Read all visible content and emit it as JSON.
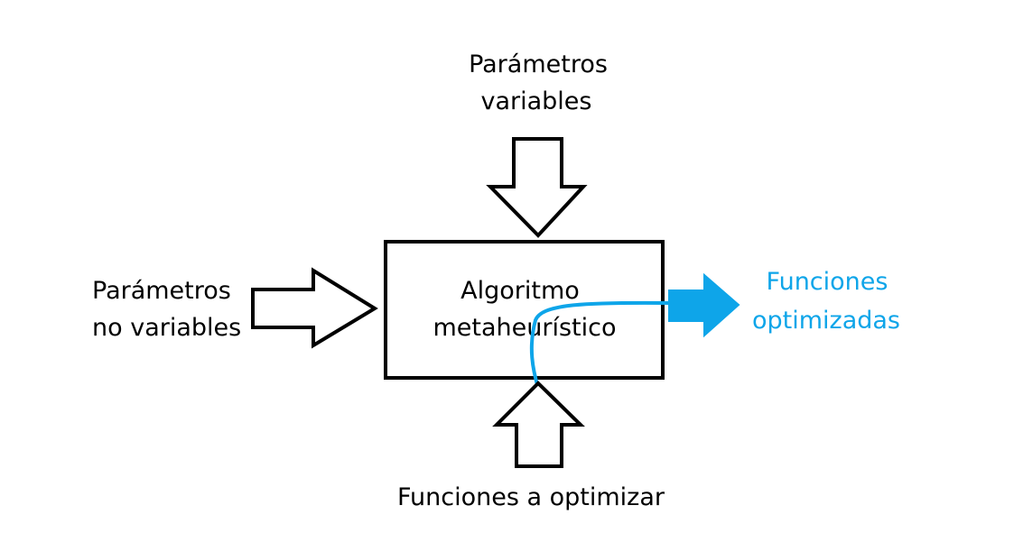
{
  "colors": {
    "stroke": "#000000",
    "accent": "#0ea5e9",
    "background": "#ffffff"
  },
  "diagram": {
    "top_input": {
      "line1": "Parámetros",
      "line2": "variables"
    },
    "left_input": {
      "line1": "Parámetros",
      "line2": "no variables"
    },
    "process": {
      "line1": "Algoritmo",
      "line2": "metaheurístico"
    },
    "output": {
      "line1": "Funciones",
      "line2": "optimizadas"
    },
    "bottom_input": {
      "label": "Funciones a optimizar"
    }
  }
}
